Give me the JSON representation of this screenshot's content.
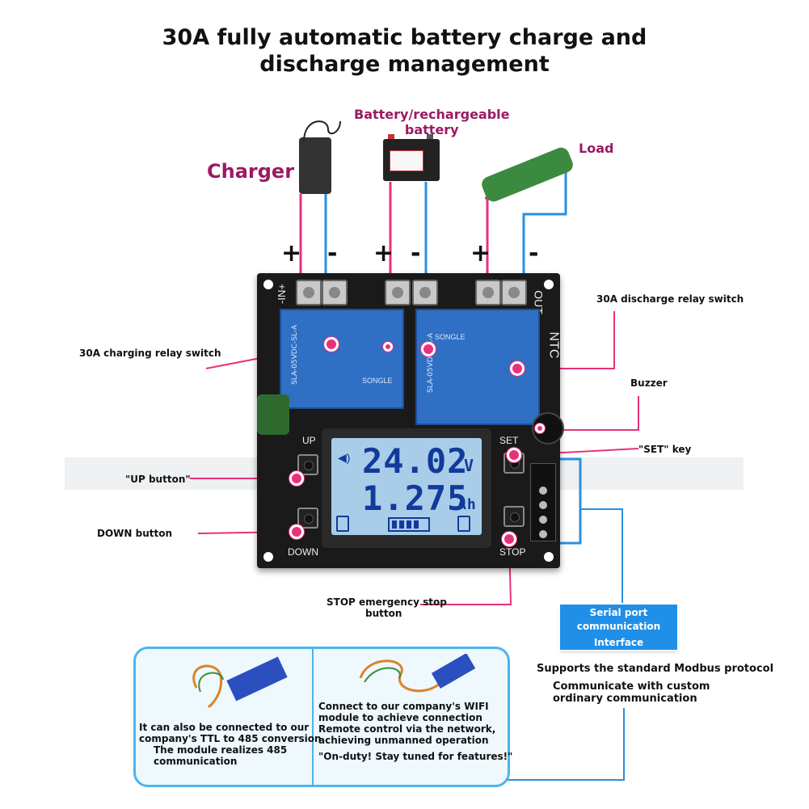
{
  "title_line1": "30A fully automatic battery charge and",
  "title_line2": "discharge management",
  "labels": {
    "charger": "Charger",
    "battery_line1": "Battery/rechargeable",
    "battery_line2": "battery",
    "load": "Load",
    "charging_relay": "30A charging relay switch",
    "discharge_relay": "30A discharge relay switch",
    "buzzer": "Buzzer",
    "set_key": "\"SET\" key",
    "up_button": "\"UP button\"",
    "down_button": "DOWN button",
    "stop_line1": "STOP emergency stop",
    "stop_line2": "button",
    "serial_line1": "Serial port",
    "serial_line2": "communication",
    "serial_line3": "Interface",
    "modbus": "Supports the standard Modbus protocol",
    "custom_line1": "Communicate with custom",
    "custom_line2": "ordinary communication"
  },
  "board": {
    "up": "UP",
    "set": "SET",
    "down": "DOWN",
    "stop": "STOP",
    "ntc": "NTC",
    "out": "OUT-",
    "in": "-IN+",
    "relay_left": "SLA-05VDC-SL-A",
    "relay_right": "SLA-05VDC-SL-A",
    "relay_brand": "SONGLE",
    "plus": "+",
    "minus": "-"
  },
  "lcd": {
    "voltage": "24.02",
    "voltage_unit": "V",
    "capacity": "1.275",
    "capacity_unit": "Ah"
  },
  "panel": {
    "left_line1": "It can also be connected to our",
    "left_line2": "company's TTL to 485 conversion",
    "left_line3": "The module realizes 485",
    "left_line4": "communication",
    "right_line1": "Connect to our company's WIFI",
    "right_line2": "module to achieve connection",
    "right_line3": "Remote control via the network,",
    "right_line4": "achieving unmanned operation",
    "right_line5": "\"On-duty! Stay tuned for features!\""
  },
  "colors": {
    "accent_pink": "#e8317c",
    "wire_blue": "#2b8fe0",
    "relay_blue": "#2f6fc4",
    "lcd_blue": "#a9cde8",
    "panel_border": "#4ab6e8"
  }
}
